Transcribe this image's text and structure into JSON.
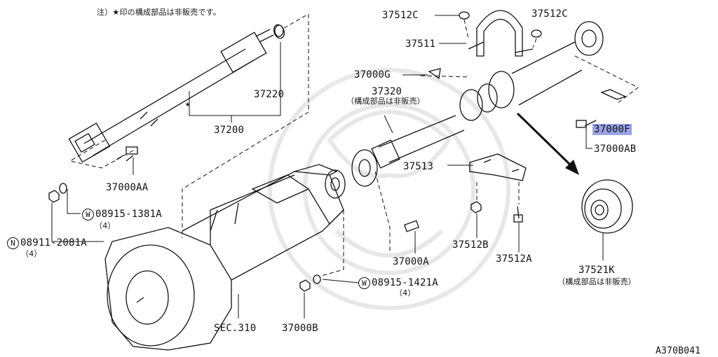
{
  "diagram": {
    "note": "注）★印の構成部品は非販売です。",
    "figure_code": "A370B041",
    "star": "★",
    "sub_note": "（構成部品は非販売）",
    "labels": {
      "l37512c_left": "37512C",
      "l37512c_right": "37512C",
      "l37511": "37511",
      "l37000g": "37000G",
      "l37320": "37320",
      "l37220": "37220",
      "l37200": "37200",
      "l37000f": "37000F",
      "l37000ab": "37000AB",
      "l37000aa": "37000AA",
      "l37513": "37513",
      "w08915_1381a": "08915-1381A",
      "w08915_1381a_qty": "（4）",
      "n08911_2081a": "08911-2081A",
      "n08911_2081a_qty": "（4）",
      "l37512b": "37512B",
      "l37512a": "37512A",
      "l37000a": "37000A",
      "l37521k": "37521K",
      "sec310": "SEC.310",
      "w08915_1421a": "08915-1421A",
      "w08915_1421a_qty": "（4）",
      "l37000b": "37000B"
    },
    "prefix_w": "W",
    "prefix_n": "N",
    "highlight_color": "#9aa3e8"
  }
}
